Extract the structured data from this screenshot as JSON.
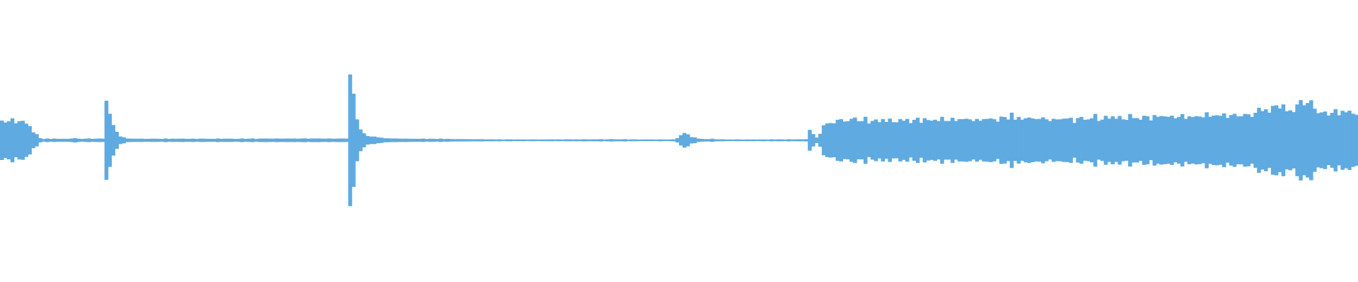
{
  "waveform": {
    "color": "#5faae0",
    "background": "#ffffff",
    "peaks": [
      0.14,
      0.13,
      0.14,
      0.14,
      0.13,
      0.14,
      0.13,
      0.12,
      0.1,
      0.06,
      0.04,
      0.015,
      0.01,
      0.012,
      0.01,
      0.012,
      0.011,
      0.01,
      0.01,
      0.012,
      0.012,
      0.015,
      0.012,
      0.01,
      0.012,
      0.012,
      0.011,
      0.012,
      0.012,
      0.012,
      0.28,
      0.2,
      0.1,
      0.06,
      0.03,
      0.02,
      0.013,
      0.012,
      0.012,
      0.011,
      0.011,
      0.012,
      0.01,
      0.011,
      0.012,
      0.011,
      0.01,
      0.012,
      0.011,
      0.012,
      0.01,
      0.012,
      0.012,
      0.011,
      0.01,
      0.012,
      0.011,
      0.011,
      0.012,
      0.011,
      0.011,
      0.01,
      0.012,
      0.012,
      0.011,
      0.011,
      0.012,
      0.01,
      0.011,
      0.012,
      0.011,
      0.012,
      0.012,
      0.01,
      0.012,
      0.013,
      0.012,
      0.012,
      0.013,
      0.012,
      0.012,
      0.012,
      0.013,
      0.012,
      0.012,
      0.013,
      0.012,
      0.013,
      0.012,
      0.013,
      0.013,
      0.012,
      0.013,
      0.012,
      0.012,
      0.012,
      0.012,
      0.013,
      0.012,
      0.012,
      0.52,
      0.3,
      0.15,
      0.08,
      0.05,
      0.03,
      0.025,
      0.03,
      0.02,
      0.018,
      0.015,
      0.014,
      0.013,
      0.012,
      0.013,
      0.012,
      0.011,
      0.012,
      0.011,
      0.011,
      0.01,
      0.012,
      0.01,
      0.01,
      0.011,
      0.01,
      0.012,
      0.009,
      0.01,
      0.01,
      0.008,
      0.008,
      0.009,
      0.008,
      0.008,
      0.007,
      0.008,
      0.008,
      0.007,
      0.007,
      0.007,
      0.007,
      0.006,
      0.007,
      0.006,
      0.006,
      0.007,
      0.006,
      0.006,
      0.006,
      0.006,
      0.006,
      0.006,
      0.006,
      0.006,
      0.006,
      0.006,
      0.006,
      0.007,
      0.006,
      0.006,
      0.006,
      0.007,
      0.007,
      0.006,
      0.007,
      0.007,
      0.007,
      0.007,
      0.007,
      0.007,
      0.007,
      0.008,
      0.007,
      0.007,
      0.008,
      0.008,
      0.007,
      0.007,
      0.008,
      0.006,
      0.007,
      0.006,
      0.006,
      0.006,
      0.006,
      0.006,
      0.006,
      0.006,
      0.006,
      0.006,
      0.006,
      0.006,
      0.007,
      0.015,
      0.04,
      0.05,
      0.04,
      0.025,
      0.02,
      0.012,
      0.01,
      0.009,
      0.009,
      0.01,
      0.008,
      0.007,
      0.007,
      0.006,
      0.006,
      0.006,
      0.006,
      0.006,
      0.006,
      0.006,
      0.006,
      0.006,
      0.006,
      0.006,
      0.006,
      0.006,
      0.007,
      0.006,
      0.007,
      0.007,
      0.006,
      0.007,
      0.007,
      0.007,
      0.007,
      0.007,
      0.008,
      0.08,
      0.04,
      0.02,
      0.05,
      0.1,
      0.12,
      0.12,
      0.13,
      0.14,
      0.14,
      0.15,
      0.13,
      0.15,
      0.16,
      0.14,
      0.14,
      0.15,
      0.13,
      0.14,
      0.14,
      0.13,
      0.15,
      0.14,
      0.14,
      0.13,
      0.14,
      0.14,
      0.14,
      0.15,
      0.13,
      0.14,
      0.15,
      0.14,
      0.15,
      0.14,
      0.14,
      0.15,
      0.14,
      0.15,
      0.15,
      0.14,
      0.15,
      0.14,
      0.15,
      0.16,
      0.14,
      0.15,
      0.15,
      0.14,
      0.14,
      0.15,
      0.16,
      0.15,
      0.14,
      0.15,
      0.16,
      0.16,
      0.15,
      0.2,
      0.15,
      0.15,
      0.16,
      0.16,
      0.15,
      0.16,
      0.15,
      0.16,
      0.15,
      0.15,
      0.15,
      0.14,
      0.15,
      0.15,
      0.16,
      0.15,
      0.15,
      0.14,
      0.15,
      0.16,
      0.15,
      0.15,
      0.16,
      0.17,
      0.15,
      0.15,
      0.16,
      0.16,
      0.17,
      0.16,
      0.16,
      0.15,
      0.16,
      0.17,
      0.16,
      0.16,
      0.15,
      0.17,
      0.16,
      0.16,
      0.17,
      0.16,
      0.18,
      0.17,
      0.17,
      0.16,
      0.17,
      0.17,
      0.17,
      0.16,
      0.17,
      0.17,
      0.16,
      0.17,
      0.18,
      0.18,
      0.17,
      0.18,
      0.18,
      0.17,
      0.18,
      0.18,
      0.17,
      0.18,
      0.18,
      0.17,
      0.19,
      0.17,
      0.18,
      0.2,
      0.21,
      0.22,
      0.22,
      0.2,
      0.23,
      0.25,
      0.25,
      0.23,
      0.21,
      0.22,
      0.2,
      0.25,
      0.27,
      0.28,
      0.25,
      0.27,
      0.24,
      0.19,
      0.2,
      0.19,
      0.19,
      0.2,
      0.2,
      0.19,
      0.21,
      0.2,
      0.2,
      0.19,
      0.2
    ]
  }
}
